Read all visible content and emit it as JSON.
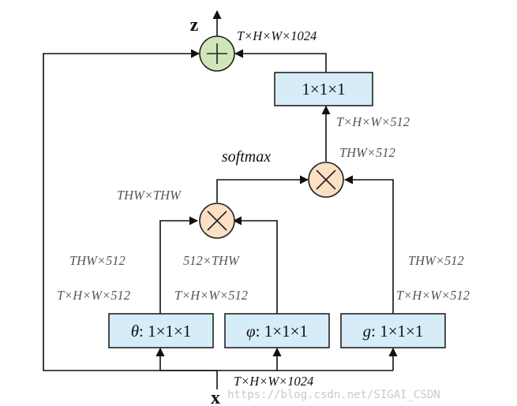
{
  "output_label": "z",
  "input_label": "x",
  "softmax_label": "softmax",
  "boxes": {
    "top": "1×1×1",
    "theta_symbol": "θ",
    "theta_rest": ": 1×1×1",
    "phi_symbol": "φ",
    "phi_rest": ": 1×1×1",
    "g_symbol": "g",
    "g_rest": ": 1×1×1"
  },
  "dims": {
    "z_out": "T×H×W×1024",
    "top_box_in": "T×H×W×512",
    "mul2_out": "THW×512",
    "mul1_out": "THW×THW",
    "theta_reshaped": "THW×512",
    "theta_out": "T×H×W×512",
    "phi_reshaped": "512×THW",
    "phi_out": "T×H×W×512",
    "g_reshaped": "THW×512",
    "g_out": "T×H×W×512",
    "x_in": "T×H×W×1024"
  },
  "watermark": "https://blog.csdn.net/SIGAI_CSDN"
}
